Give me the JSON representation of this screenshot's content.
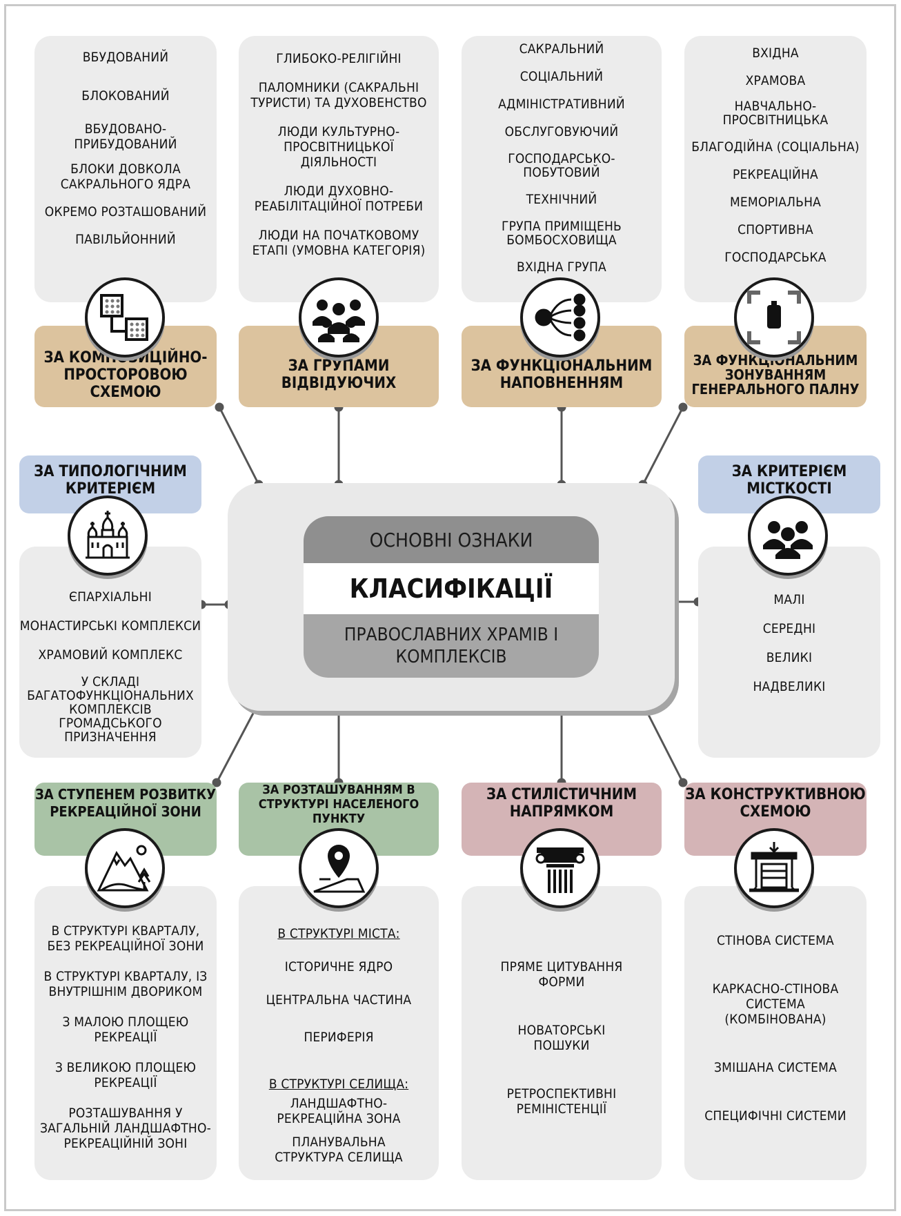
{
  "center": {
    "top": "ОСНОВНІ ОЗНАКИ",
    "middle": "КЛАСИФІКАЦІЇ",
    "bottom": "ПРАВОСЛАВНИХ ХРАМІВ І КОМПЛЕКСІВ"
  },
  "groups": {
    "composition": {
      "title": "ЗА КОМПОЗИЦІЙНО-ПРОСТОРОВОЮ СХЕМОЮ",
      "icon": "composition-blocks-icon",
      "items": [
        "ВБУДОВАНИЙ",
        "БЛОКОВАНИЙ",
        "ВБУДОВАНО-ПРИБУДОВАНИЙ",
        "БЛОКИ ДОВКОЛА САКРАЛЬНОГО ЯДРА",
        "ОКРЕМО РОЗТАШОВАНИЙ",
        "ПАВІЛЬЙОННИЙ"
      ]
    },
    "visitors": {
      "title": "ЗА ГРУПАМИ ВІДВІДУЮЧИХ",
      "icon": "people-group-icon",
      "items": [
        "ГЛИБОКО-РЕЛІГІЙНІ",
        "ПАЛОМНИКИ (САКРАЛЬНІ ТУРИСТИ) ТА ДУХОВЕНСТВО",
        "ЛЮДИ КУЛЬТУРНО-ПРОСВІТНИЦЬКОЇ ДІЯЛЬНОСТІ",
        "ЛЮДИ ДУХОВНО-РЕАБІЛІТАЦІЙНОЇ ПОТРЕБИ",
        "ЛЮДИ НА ПОЧАТКОВОМУ ЕТАПІ (УМОВНА КАТЕГОРІЯ)"
      ]
    },
    "functional_content": {
      "title": "ЗА ФУНКЦІОНАЛЬНИМ НАПОВНЕННЯМ",
      "icon": "distribution-nodes-icon",
      "items": [
        "САКРАЛЬНИЙ",
        "СОЦІАЛЬНИЙ",
        "АДМІНІСТРАТИВНИЙ",
        "ОБСЛУГОВУЮЧИЙ",
        "ГОСПОДАРСЬКО-ПОБУТОВИЙ",
        "ТЕХНІЧНИЙ",
        "ГРУПА ПРИМІЩЕНЬ БОМБОСХОВИЩА",
        "ВХІДНА ГРУПА"
      ]
    },
    "zoning": {
      "title": "ЗА ФУНКЦІОНАЛЬНИМ ЗОНУВАННЯМ ГЕНЕРАЛЬНОГО ПАЛНУ",
      "icon": "focus-frame-icon",
      "items": [
        "ВХІДНА",
        "ХРАМОВА",
        "НАВЧАЛЬНО-ПРОСВІТНИЦЬКА",
        "БЛАГОДІЙНА (СОЦІАЛЬНА)",
        "РЕКРЕАЦІЙНА",
        "МЕМОРІАЛЬНА",
        "СПОРТИВНА",
        "ГОСПОДАРСЬКА"
      ]
    },
    "typological": {
      "title": "ЗА ТИПОЛОГІЧНИМ КРИТЕРІЄМ",
      "icon": "church-icon",
      "items": [
        "ЄПАРХІАЛЬНІ",
        "МОНАСТИРСЬКІ КОМПЛЕКСИ",
        "ХРАМОВИЙ КОМПЛЕКС",
        "У СКЛАДІ БАГАТОФУНКЦІОНАЛЬНИХ КОМПЛЕКСІВ ГРОМАДСЬКОГО ПРИЗНАЧЕННЯ"
      ]
    },
    "capacity": {
      "title": "ЗА КРИТЕРІЄМ МІСТКОСТІ",
      "icon": "crowd-icon",
      "items": [
        "МАЛІ",
        "СЕРЕДНІ",
        "ВЕЛИКІ",
        "НАДВЕЛИКІ"
      ]
    },
    "recreation": {
      "title": "ЗА СТУПЕНЕМ РОЗВИТКУ РЕКРЕАЦІЙНОЇ ЗОНИ",
      "icon": "mountain-landscape-icon",
      "items": [
        "В СТРУКТУРІ КВАРТАЛУ, БЕЗ РЕКРЕАЦІЙНОЇ ЗОНИ",
        "В СТРУКТУРІ КВАРТАЛУ, ІЗ ВНУТРІШНІМ ДВОРИКОМ",
        "З МАЛОЮ ПЛОЩЕЮ РЕКРЕАЦІЇ",
        "З ВЕЛИКОЮ ПЛОЩЕЮ РЕКРЕАЦІЇ",
        "РОЗТАШУВАННЯ У ЗАГАЛЬНІЙ ЛАНДШАФТНО-РЕКРЕАЦІЙНІЙ ЗОНІ"
      ]
    },
    "location": {
      "title": "ЗА РОЗТАШУВАННЯМ В СТРУКТУРІ НАСЕЛЕНОГО ПУНКТУ",
      "icon": "map-pin-icon",
      "city_heading": "В СТРУКТУРІ МІСТА:",
      "city_items": [
        "ІСТОРИЧНЕ ЯДРО",
        "ЦЕНТРАЛЬНА ЧАСТИНА",
        "ПЕРИФЕРІЯ"
      ],
      "village_heading": "В СТРУКТУРІ СЕЛИЩА:",
      "village_items": [
        "ЛАНДШАФТНО-РЕКРЕАЦІЙНА ЗОНА",
        "ПЛАНУВАЛЬНА СТРУКТУРА СЕЛИЩА"
      ]
    },
    "style": {
      "title": "ЗА СТИЛІСТИЧНИМ НАПРЯМКОМ",
      "icon": "column-capital-icon",
      "items": [
        "ПРЯМЕ ЦИТУВАННЯ ФОРМИ",
        "НОВАТОРСЬКІ ПОШУКИ",
        "РЕТРОСПЕКТИВНІ РЕМІНІСТЕНЦІЇ"
      ]
    },
    "structure": {
      "title": "ЗА КОНСТРУКТИВНОЮ СХЕМОЮ",
      "icon": "structural-frame-icon",
      "items": [
        "СТІНОВА СИСТЕМА",
        "КАРКАСНО-СТІНОВА СИСТЕМА (КОМБІНОВАНА)",
        "ЗМІШАНА СИСТЕМА",
        "СПЕЦИФІЧНІ СИСТЕМИ"
      ]
    }
  },
  "colors": {
    "tan": "#dcc39e",
    "blue": "#c2d0e7",
    "green": "#a9c3a6",
    "rose": "#d4b4b6",
    "box": "#ececec"
  }
}
